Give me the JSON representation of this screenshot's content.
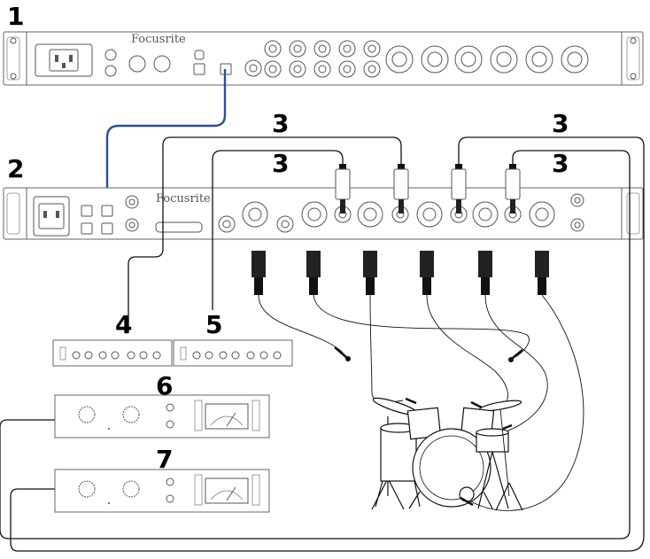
{
  "callouts": {
    "unit1": "1",
    "unit2": "2",
    "cable_a": "3",
    "cable_b": "3",
    "cable_c": "3",
    "cable_d": "3",
    "unit4": "4",
    "unit5": "5",
    "unit6": "6",
    "unit7": "7"
  },
  "brand": {
    "top": "Focusrite",
    "middle": "Focusrite"
  },
  "colors": {
    "optical_cable": "#2a4e9e",
    "cable": "#111111",
    "panel_stroke": "#666666"
  },
  "icons": {
    "mic": "microphone-icon",
    "drumkit": "drum-kit-icon",
    "vu": "vu-meter-icon"
  }
}
